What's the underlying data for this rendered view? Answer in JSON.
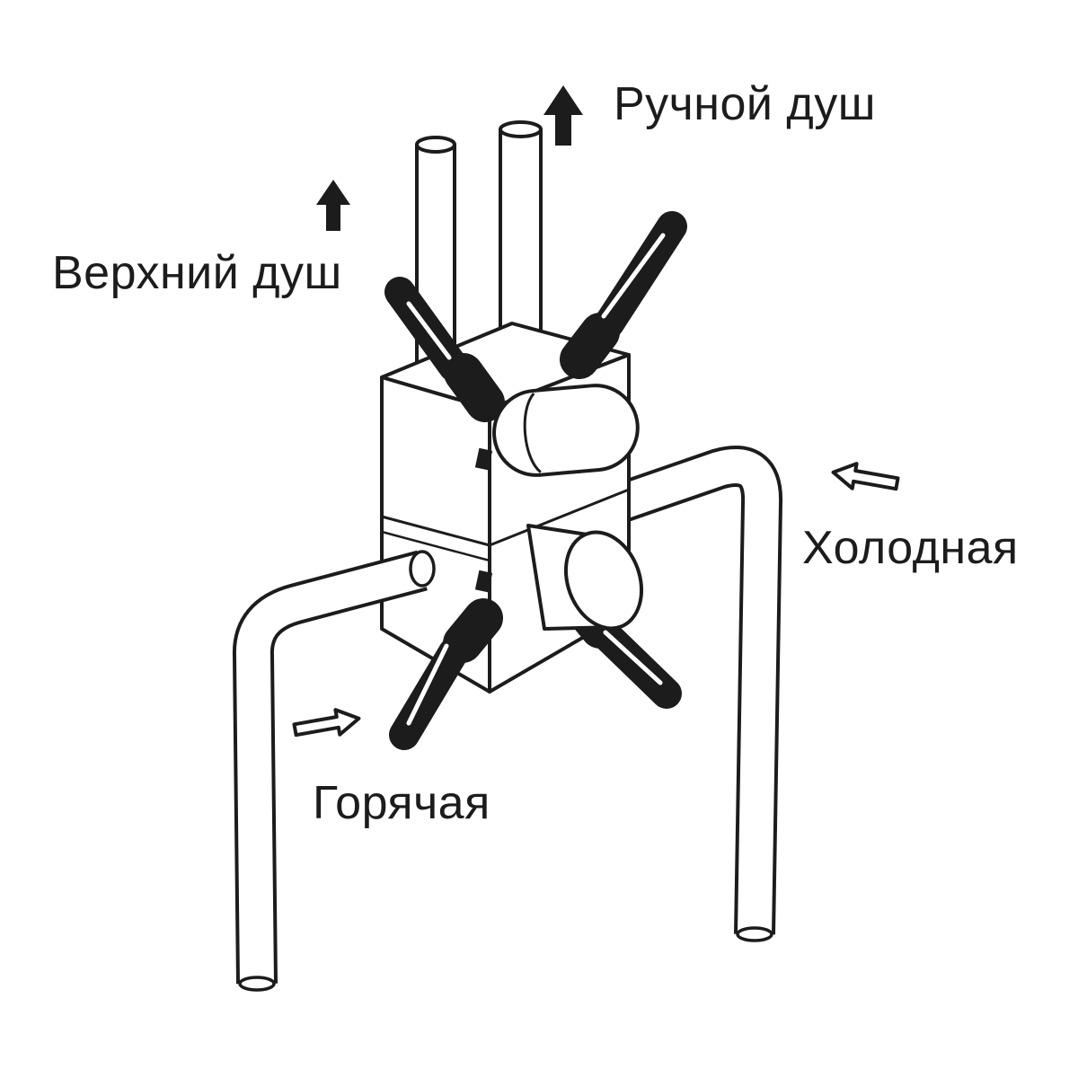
{
  "diagram": {
    "type": "technical-line-drawing",
    "subject": "concealed shower mixer valve with connection ports",
    "background_color": "#ffffff",
    "line_color": "#1c1c1c",
    "labels": {
      "hand_shower": "Ручной душ",
      "overhead_shower": "Верхний душ",
      "cold": "Холодная",
      "hot": "Горячая"
    },
    "arrows": {
      "hand_shower_direction": "up",
      "overhead_shower_direction": "up",
      "cold_direction": "toward-valve-left",
      "hot_direction": "toward-valve-right"
    }
  }
}
